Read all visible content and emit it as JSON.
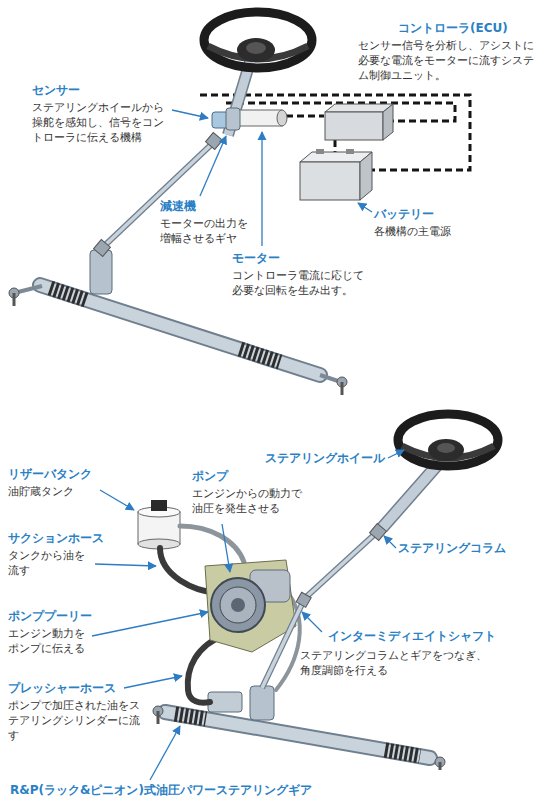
{
  "diagram": {
    "labels": [
      "コントローラ(ECU)",
      "センサー信号を分析し、アシストに必要な電流をモーターに流すシステム制御ユニット。",
      "センサー",
      "ステアリングホイールから操舵を感知し、信号をコントローラに伝える機構",
      "減速機",
      "モーターの出力を増幅させるギヤ",
      "バッテリー",
      "各機構の主電源",
      "モーター",
      "コントローラ電流に応じて必要な回転を生み出す。",
      "ステアリングホイール",
      "リザーバタンク",
      "油貯蔵タンク",
      "ポンプ",
      "エンジンからの動力で油圧を発生させる",
      "サクションホース",
      "タンクから油を流す",
      "ステアリングコラム",
      "ポンププーリー",
      "エンジン動力をポンプに伝える",
      "インターミディエイトシャフト",
      "ステアリングコラムとギアをつなぎ、角度調節を行える",
      "プレッシャーホース",
      "ポンプで加圧された油をステアリングシリンダーに流す",
      "R&P(ラック&ピニオン)式油圧パワーステアリングギア"
    ]
  }
}
